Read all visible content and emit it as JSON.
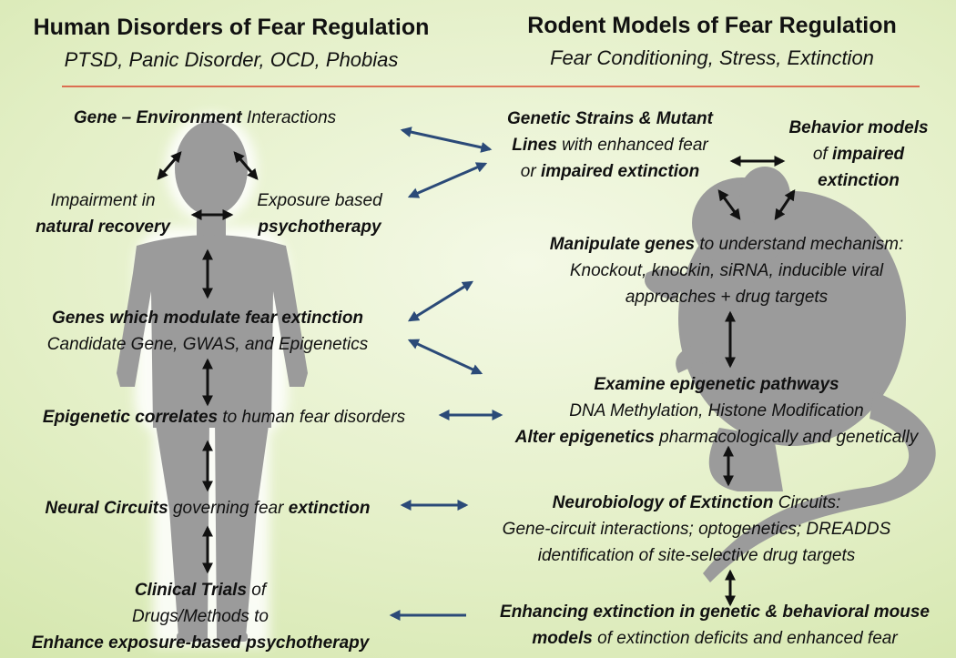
{
  "header": {
    "left_title": "Human Disorders of Fear Regulation",
    "left_subtitle": "PTSD, Panic Disorder, OCD, Phobias",
    "right_title": "Rodent Models of Fear Regulation",
    "right_subtitle": "Fear Conditioning, Stress, Extinction"
  },
  "colors": {
    "divider": "#d9442b",
    "silhouette": "#9b9b9b",
    "navy_arrow": "#2b4a78",
    "black_arrow": "#111111"
  },
  "human": {
    "gene_env": {
      "b": "Gene – Environment",
      "t": " Interactions"
    },
    "impairment": {
      "l1": "Impairment in",
      "l2": "natural recovery"
    },
    "exposure": {
      "l1": "Exposure based",
      "l2": "psychotherapy"
    },
    "genes_modulate": {
      "l1": "Genes which modulate fear extinction",
      "l2": "Candidate Gene, GWAS, and Epigenetics"
    },
    "epigenetic_correlates": {
      "b": "Epigenetic correlates",
      "t": " to human fear disorders"
    },
    "neural_circuits": {
      "b1": "Neural Circuits",
      "t": " governing fear ",
      "b2": "extinction"
    },
    "clinical": {
      "b": "Clinical Trials",
      "t": " of",
      "l2": "Drugs/Methods to",
      "l3": "Enhance exposure-based psychotherapy"
    }
  },
  "rodent": {
    "strains": {
      "l1": "Genetic Strains & Mutant",
      "l2b": "Lines",
      "l2t": " with enhanced fear",
      "l3a": "or ",
      "l3b": "impaired extinction"
    },
    "behavior": {
      "l1": "Behavior models",
      "l2a": "of ",
      "l2b": "impaired",
      "l3": "extinction"
    },
    "manipulate": {
      "l1b": "Manipulate genes",
      "l1t": " to understand mechanism:",
      "l2": "Knockout, knockin, siRNA, inducible viral",
      "l3": "approaches + drug targets"
    },
    "epigenetic": {
      "l1": "Examine epigenetic pathways",
      "l2": "DNA Methylation, Histone Modification",
      "l3b": "Alter epigenetics",
      "l3t": " pharmacologically and genetically"
    },
    "neuro": {
      "l1b": "Neurobiology of Extinction",
      "l1t": " Circuits:",
      "l2": "Gene-circuit interactions; optogenetics; DREADDS",
      "l3": "identification of site-selective drug targets"
    },
    "enhancing": {
      "l1": "Enhancing extinction in genetic & behavioral mouse",
      "l2b": "models",
      "l2t": " of extinction deficits and enhanced fear"
    }
  }
}
